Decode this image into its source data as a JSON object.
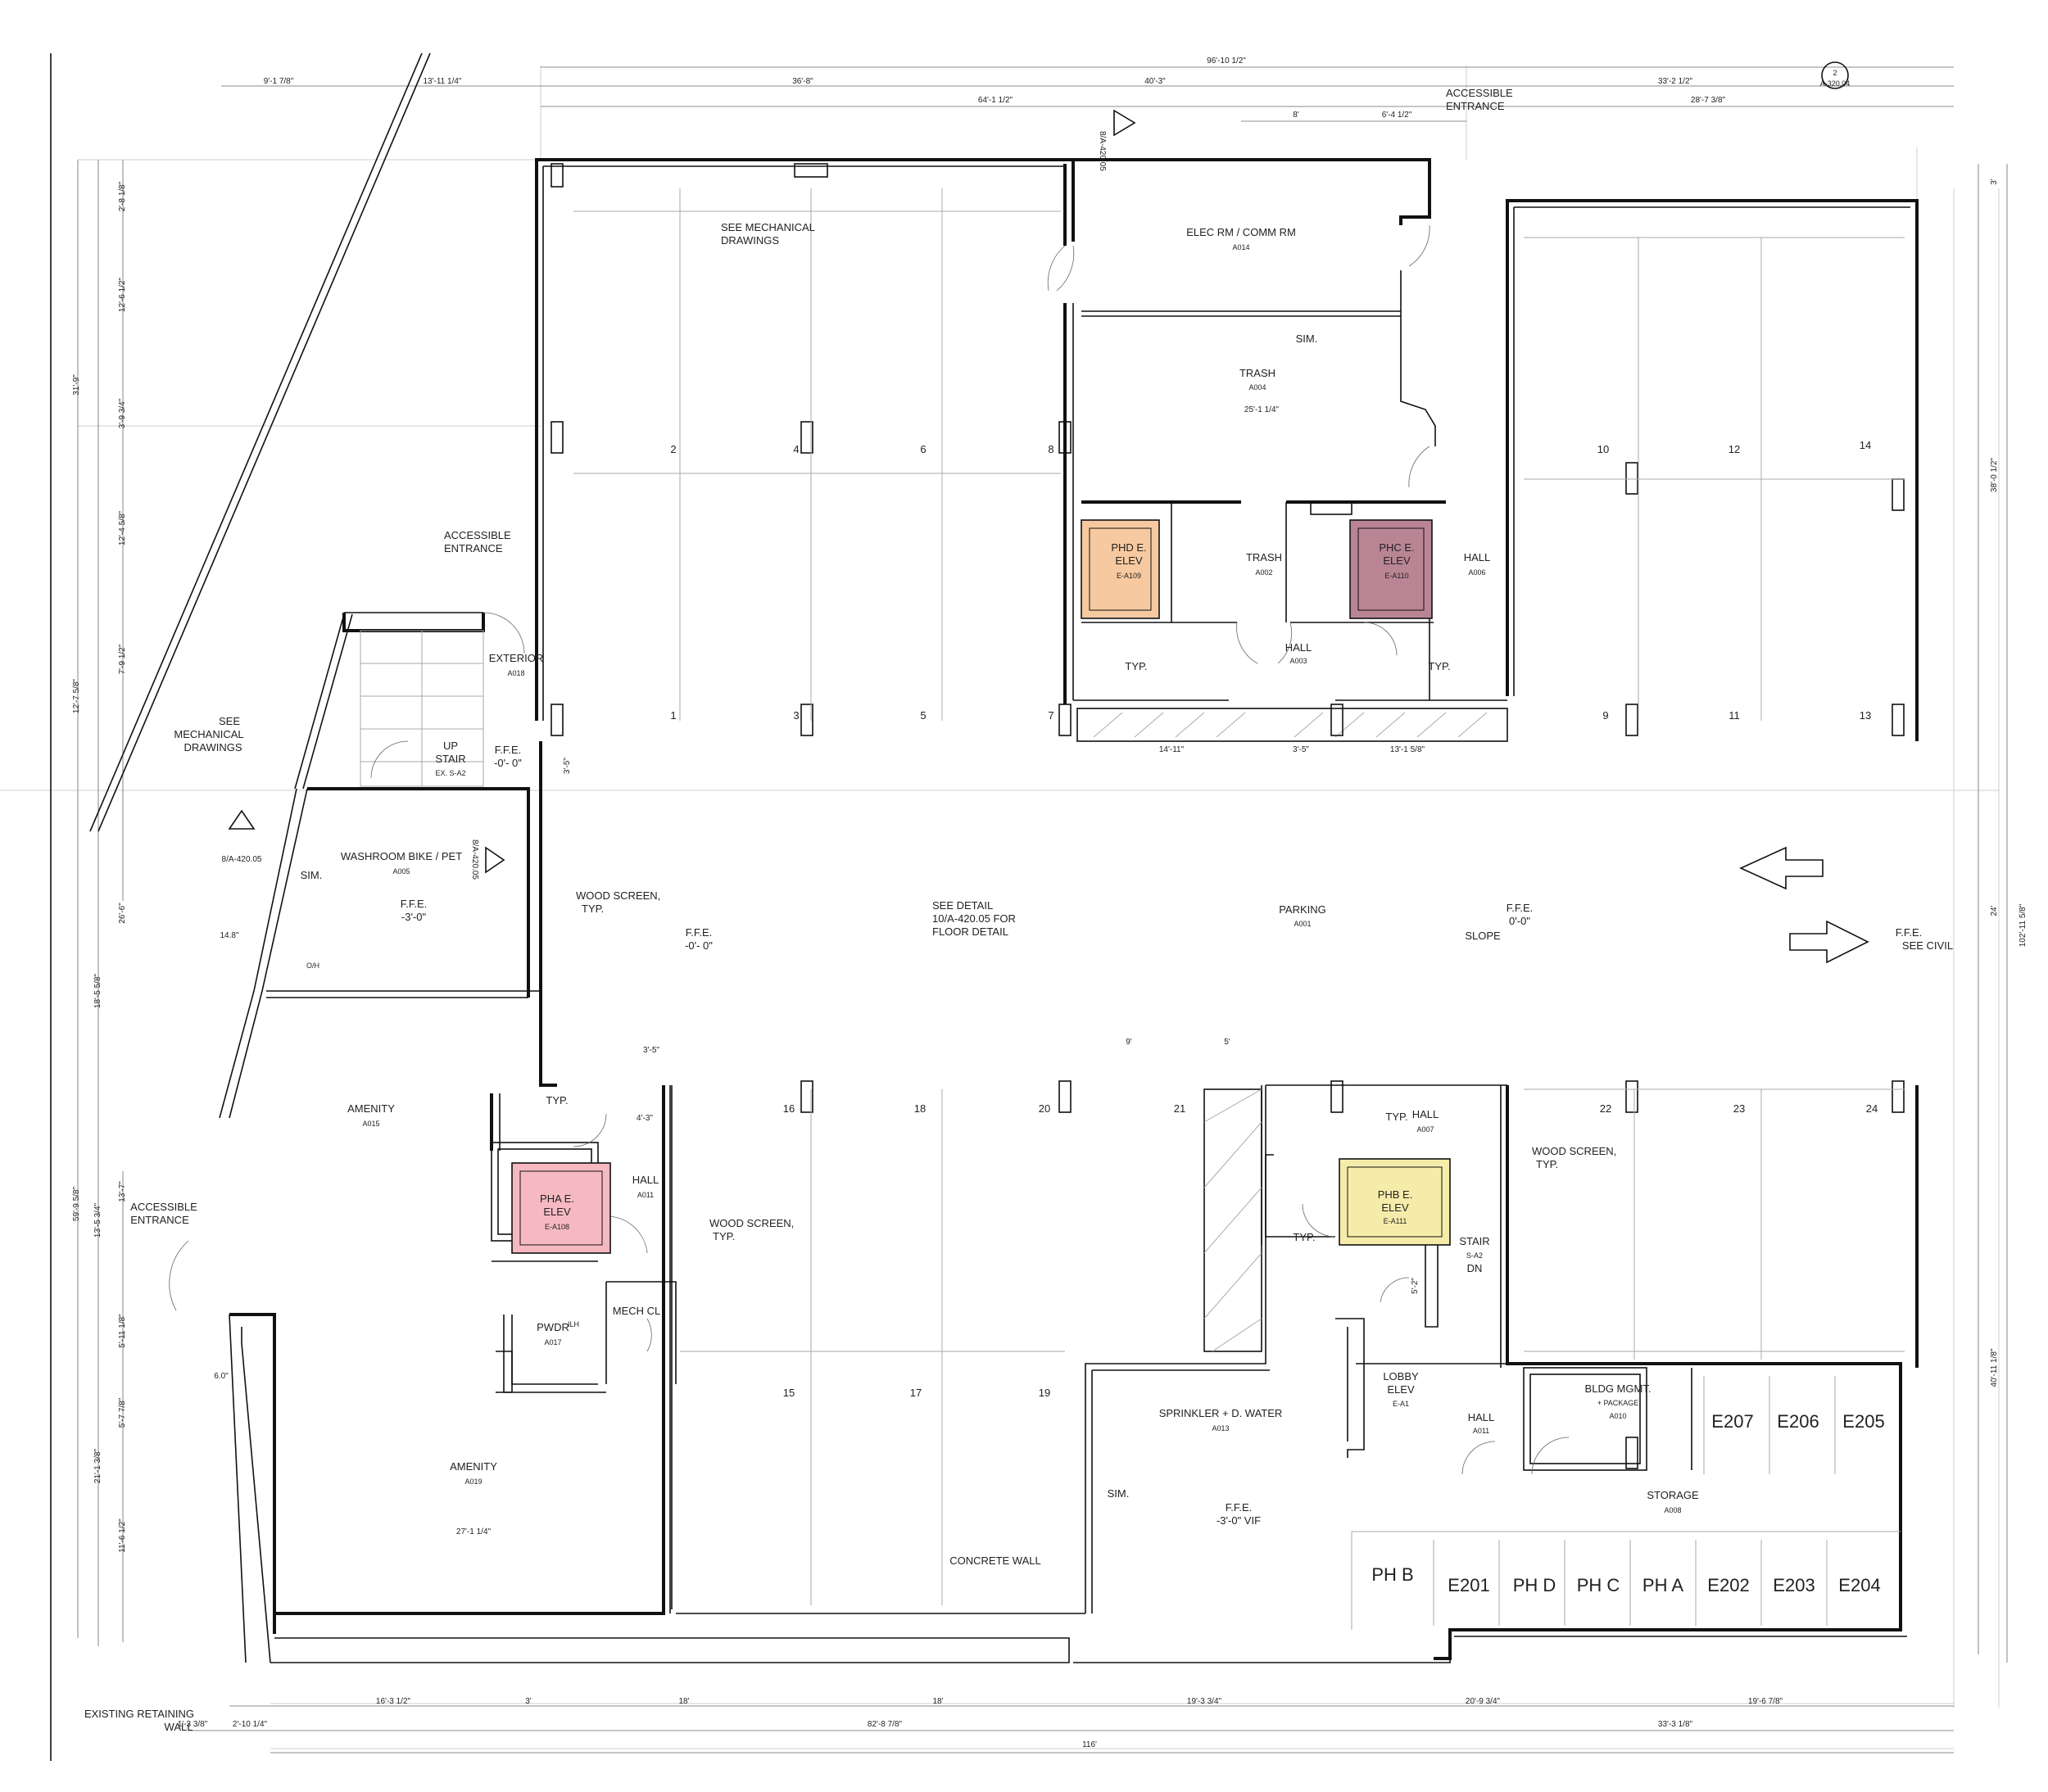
{
  "rooms": [
    {
      "name": "ELEC RM / COMM RM",
      "code": "A014"
    },
    {
      "name": "TRASH",
      "code": "A004"
    },
    {
      "name": "TRASH",
      "code": "A002"
    },
    {
      "name": "HALL",
      "code": "A003"
    },
    {
      "name": "HALL",
      "code": "A006"
    },
    {
      "name": "EXTERIOR",
      "code": "A018"
    },
    {
      "name": "WASHROOM BIKE / PET",
      "code": "A005"
    },
    {
      "name": "PARKING",
      "code": "A001"
    },
    {
      "name": "AMENITY",
      "code": "A015"
    },
    {
      "name": "HALL",
      "code": "A011"
    },
    {
      "name": "PWDR",
      "code": "A017"
    },
    {
      "name": "MECH CL",
      "code": ""
    },
    {
      "name": "AMENITY",
      "code": "A019"
    },
    {
      "name": "HALL",
      "code": "A007"
    },
    {
      "name": "SPRINKLER + D. WATER",
      "code": "A013"
    },
    {
      "name": "LOBBY ELEV",
      "code": "E-A1"
    },
    {
      "name": "HALL",
      "code": "A011"
    },
    {
      "name": "BLDG MGMT.",
      "code": "A010",
      "extra": "+ PACKAGE"
    },
    {
      "name": "STORAGE",
      "code": "A008"
    }
  ],
  "elevators": [
    {
      "line1": "PHD E.",
      "line2": "ELEV",
      "code": "E-A109",
      "color": "#f7c9a0"
    },
    {
      "line1": "PHC E.",
      "line2": "ELEV",
      "code": "E-A110",
      "color": "#b98595"
    },
    {
      "line1": "PHA E.",
      "line2": "ELEV",
      "code": "E-A108",
      "color": "#f6b9c2"
    },
    {
      "line1": "PHB E.",
      "line2": "ELEV",
      "code": "E-A111",
      "color": "#f6ecaa"
    }
  ],
  "stairs": [
    {
      "line1": "UP",
      "line2": "STAIR",
      "line3": "EX. S-A2"
    },
    {
      "line1": "STAIR",
      "line2": "S-A2",
      "line3": "DN"
    }
  ],
  "notes": {
    "see_mech_top_1": "SEE MECHANICAL",
    "see_mech_top_2": "DRAWINGS",
    "see_mech_left_1": "SEE",
    "see_mech_left_2": "MECHANICAL",
    "see_mech_left_3": "DRAWINGS",
    "acc_top_1": "ACCESSIBLE",
    "acc_top_2": "ENTRANCE",
    "acc_mid_1": "ACCESSIBLE",
    "acc_mid_2": "ENTRANCE",
    "acc_left_1": "ACCESSIBLE",
    "acc_left_2": "ENTRANCE",
    "ffe": "F.F.E.",
    "ffe_stair": "-0'- 0\"",
    "ffe_wash": "-3'-0\"",
    "ffe_park": "-0'- 0\"",
    "ffe_slope": "0'-0\"",
    "ffe_civil": "SEE CIVIL",
    "ffe_spr": "-3'-0\" VIF",
    "wood_1a": "WOOD SCREEN,",
    "wood_1b": "TYP.",
    "wood_2a": "WOOD SCREEN,",
    "wood_2b": "TYP.",
    "wood_3a": "WOOD SCREEN,",
    "wood_3b": "TYP.",
    "detail_1": "SEE DETAIL",
    "detail_2": "10/A-420.05 FOR",
    "detail_3": "FLOOR DETAIL",
    "slope": "SLOPE",
    "concrete": "CONCRETE WALL",
    "retain_1": "EXISTING RETAINING",
    "retain_2": "WALL",
    "typ": "TYP.",
    "sim": "SIM.",
    "sim_wash": "SIM.",
    "sim_spr": "SIM.",
    "typ_hall": "TYP.",
    "typ_mid": "TYP.",
    "typ_phd": "TYP.",
    "typ_hall6": "TYP.",
    "typ_phb": "TYP.",
    "sect_top": "8/A-420.05",
    "sect_mid": "8/A-420.05",
    "sect_left": "8/A-420.05",
    "sect_nr": "2",
    "sect_nr_ref": "A-320.04",
    "wash_sink": "O/H",
    "pwdr_mark": "ILH"
  },
  "stalls": [
    "2",
    "4",
    "6",
    "8",
    "10",
    "12",
    "14",
    "1",
    "3",
    "5",
    "7",
    "9",
    "11",
    "13",
    "16",
    "18",
    "20",
    "21",
    "22",
    "23",
    "24",
    "15",
    "17",
    "19"
  ],
  "storage_units": [
    "E207",
    "E206",
    "E205",
    "PH B",
    "E201",
    "PH D",
    "PH C",
    "PH A",
    "E202",
    "E203",
    "E204"
  ],
  "dims": {
    "top_overall": "96'-10 1/2\"",
    "t1": "9'-1 7/8\"",
    "t2": "13'-11 1/4\"",
    "t3": "36'-8\"",
    "t4": "40'-3\"",
    "t5": "33'-2 1/2\"",
    "t6": "64'-1 1/2\"",
    "t7": "8'",
    "t8": "6'-4 1/2\"",
    "t9": "28'-7 3/8\"",
    "l1": "2'-8 1/8\"",
    "l2": "12'-6 1/2\"",
    "l3": "3'-9 3/4\"",
    "l4": "12'-4 5/8\"",
    "l5": "7'-9 1/2\"",
    "l_o1": "31'-9\"",
    "l_o2": "12'-7 5/8\"",
    "l_o3": "26'-6\"",
    "l_o4": "18'-5 5/8\"",
    "l_o5": "59'-9 5/8\"",
    "l_o6": "21'-1 3/8\"",
    "l6": "13'-7\"",
    "l7": "13'-5 3/4\"",
    "l8": "5'-11 1/8\"",
    "l9": "5'-7 7/8\"",
    "l10": "11'-6 1/2\"",
    "r1": "3'",
    "r2": "38'-0 1/2\"",
    "r3": "24'",
    "r4": "102'-11 5/8\"",
    "r5": "40'-11 1/8\"",
    "b1": "16'-3 1/2\"",
    "b2": "3'",
    "b3": "18'",
    "b4": "18'",
    "b5": "19'-3 3/4\"",
    "b6": "20'-9 3/4\"",
    "b7": "19'-6 7/8\"",
    "b8": "1'-3 3/8\"",
    "b9": "2'-10 1/4\"",
    "b10": "82'-8 7/8\"",
    "b11": "33'-3 1/8\"",
    "b12": "116'",
    "m1": "25'-1 1/4\"",
    "m2": "14'-11\"",
    "m3": "3'-5\"",
    "m4": "13'-1 5/8\"",
    "m5": "3'-5\"",
    "m6": "3'-5\"",
    "m7": "9'",
    "m8": "5'",
    "m9": "4'-3\"",
    "m10": "5'-2\"",
    "m11": "14.8\"",
    "m12": "27'-1 1/4\"",
    "m13": "6.0\""
  },
  "colors": {
    "wall": "#111111",
    "phd": "#f7c9a0",
    "phc": "#b98595",
    "pha": "#f6b9c2",
    "phb": "#f6ecaa"
  }
}
